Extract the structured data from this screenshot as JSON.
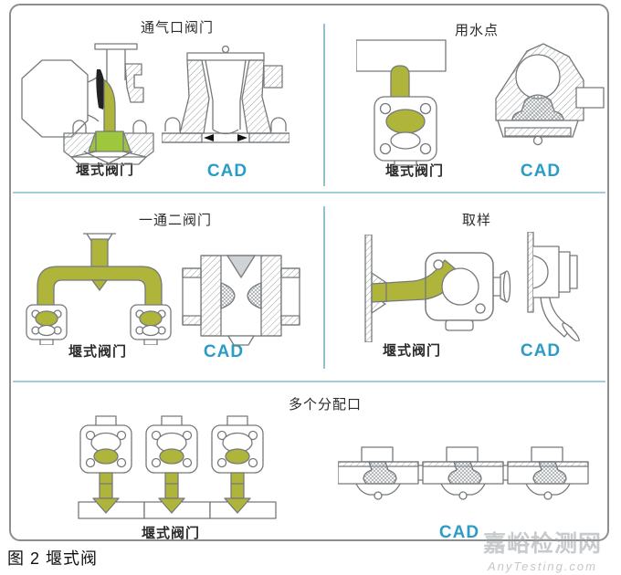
{
  "figure": {
    "sections": [
      {
        "id": "vent",
        "title": "通气口阀门",
        "valve_label": "堰式阀门",
        "cad_label": "CAD"
      },
      {
        "id": "water-point",
        "title": "用水点",
        "valve_label": "堰式阀门",
        "cad_label": "CAD"
      },
      {
        "id": "one-to-two",
        "title": "一通二阀门",
        "valve_label": "堰式阀门",
        "cad_label": "CAD"
      },
      {
        "id": "sampling",
        "title": "取样",
        "valve_label": "堰式阀门",
        "cad_label": "CAD"
      },
      {
        "id": "multi-port",
        "title": "多个分配口",
        "valve_label": "堰式阀门",
        "cad_label": "CAD"
      }
    ],
    "caption": "图 2 堰式阀"
  },
  "watermark": {
    "site_name": "嘉峪检测网",
    "site_url": "AnyTesting.com"
  },
  "colors": {
    "flow_olive": "#afb43a",
    "flow_green": "#9fc73d",
    "cad_blue": "#2b9cc7",
    "divider_teal": "#a4cdd8",
    "line_gray": "#76797c",
    "watermark_gray": "#c4c7c9"
  }
}
